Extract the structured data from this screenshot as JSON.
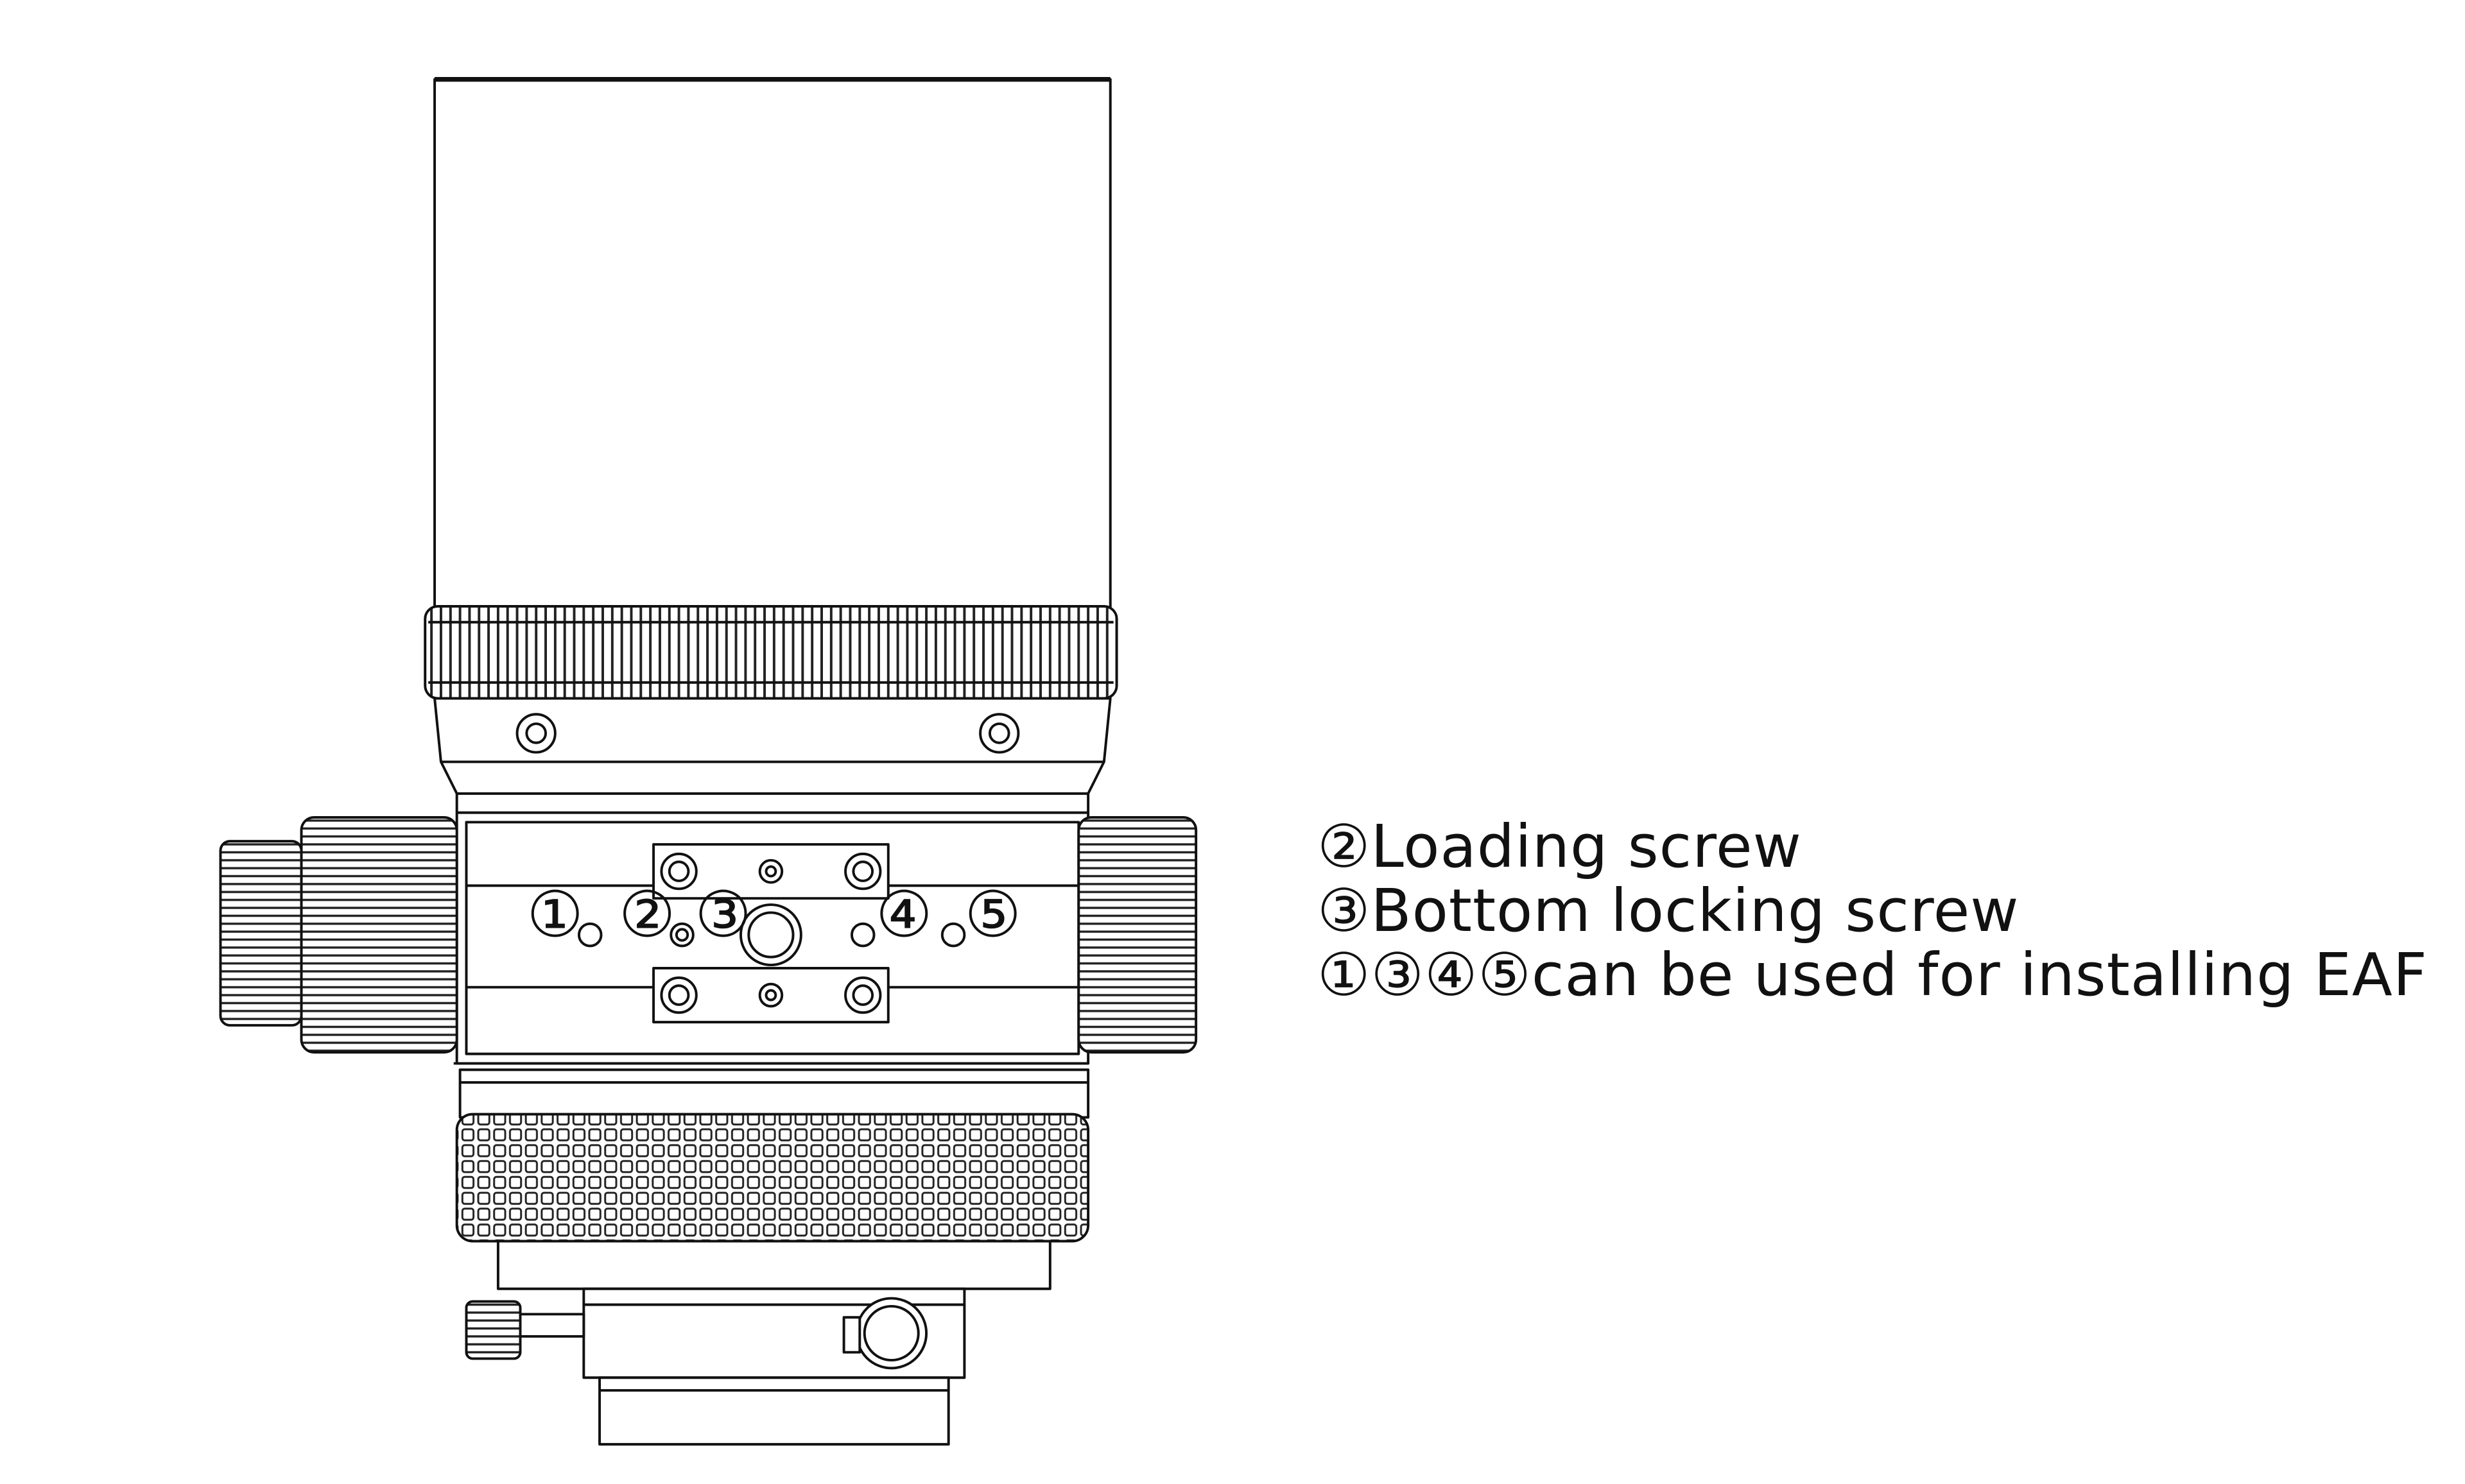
{
  "labels": {
    "c1": "①",
    "c2": "②",
    "c3": "③",
    "c4": "④",
    "c5": "⑤"
  },
  "legend": [
    "②Loading screw",
    "③Bottom locking screw",
    "①③④⑤can be used for installing EAF"
  ]
}
